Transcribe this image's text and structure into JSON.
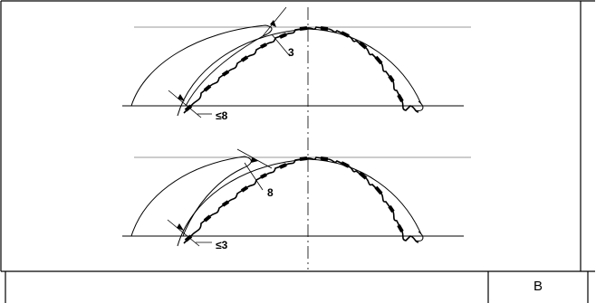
{
  "figure": {
    "upper_tooth_dim": "3",
    "upper_side_dim": "≤8",
    "lower_tooth_dim": "8",
    "lower_side_dim": "≤3"
  },
  "table": {
    "cell_label": "B"
  },
  "colors": {
    "line": "#000000",
    "light_line": "#888888",
    "background": "#ffffff"
  }
}
